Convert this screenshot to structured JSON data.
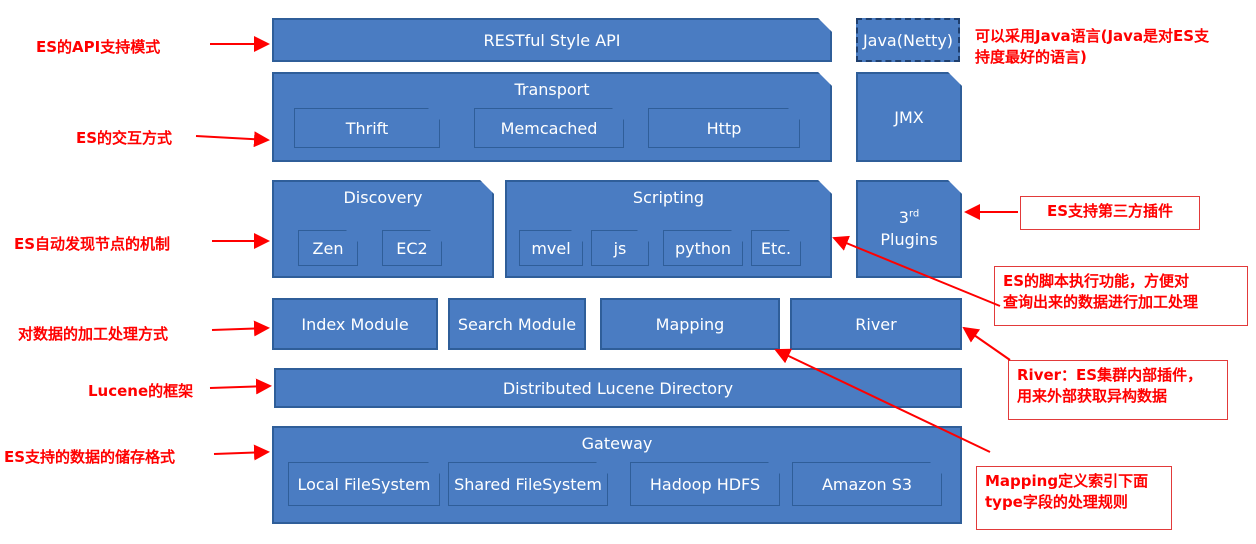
{
  "layers": {
    "restful_api": "RESTful Style API",
    "transport": {
      "title": "Transport",
      "items": [
        "Thrift",
        "Memcached",
        "Http"
      ]
    },
    "discovery": {
      "title": "Discovery",
      "items": [
        "Zen",
        "EC2"
      ]
    },
    "scripting": {
      "title": "Scripting",
      "items": [
        "mvel",
        "js",
        "python",
        "Etc."
      ]
    },
    "modules": [
      "Index Module",
      "Search Module",
      "Mapping",
      "River"
    ],
    "distributed": "Distributed Lucene Directory",
    "gateway": {
      "title": "Gateway",
      "items": [
        "Local FileSystem",
        "Shared FileSystem",
        "Hadoop HDFS",
        "Amazon S3"
      ]
    }
  },
  "side": {
    "java": "Java(Netty)",
    "jmx": "JMX",
    "plugins_num": "3",
    "plugins_sup": "rd",
    "plugins_label": "Plugins"
  },
  "left_labels": [
    "ES的API支持模式",
    "ES的交互方式",
    "ES自动发现节点的机制",
    "对数据的加工处理方式",
    "Lucene的框架",
    "ES支持的数据的储存格式"
  ],
  "right_notes": {
    "java_note": [
      "可以采用Java语言(Java是对ES支",
      "持度最好的语言)"
    ],
    "plugins_note": "ES支持第三方插件",
    "script_note": [
      "ES的脚本执行功能，方便对",
      "查询出来的数据进行加工处理"
    ],
    "river_note": [
      "River：ES集群内部插件，",
      "用来外部获取异构数据"
    ],
    "mapping_note": [
      "Mapping定义索引下面",
      "type字段的处理规则"
    ]
  },
  "colors": {
    "block": "#4a7cc2",
    "border": "#2f5e99",
    "annotation": "#ff0000"
  }
}
